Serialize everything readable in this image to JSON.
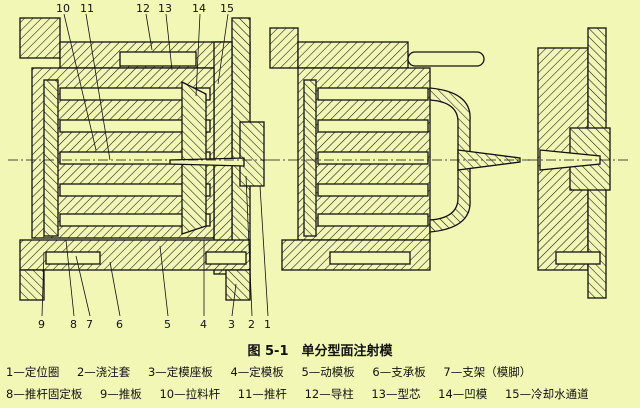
{
  "figure": {
    "caption": "图 5-1　单分型面注射模",
    "callouts_top": [
      "10",
      "11",
      "12",
      "13",
      "14",
      "15"
    ],
    "callouts_bottom": [
      "9",
      "8",
      "7",
      "6",
      "5",
      "4",
      "3",
      "2",
      "1"
    ]
  },
  "legend": [
    [
      "1—定位圈",
      "2—浇注套",
      "3—定模座板",
      "4—定模板",
      "5—动模板",
      "6—支承板",
      "7—支架（模脚）"
    ],
    [
      "8—推杆固定板",
      "9—推板",
      "10—拉料杆",
      "11—推杆",
      "12—导柱",
      "13—型芯",
      "14—凹模",
      "15—冷却水通道"
    ]
  ],
  "colors": {
    "background": "#f3f7b6",
    "ink": "#111111"
  }
}
